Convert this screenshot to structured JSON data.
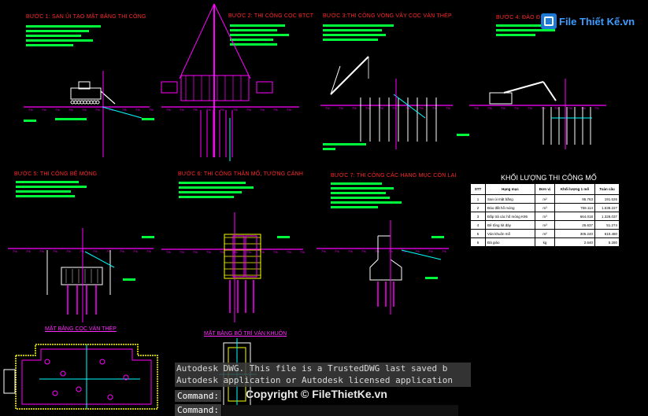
{
  "steps": [
    "BƯỚC 1: SAN ỦI TẠO MẶT BẰNG THI CÔNG",
    "BƯỚC 2: THI CÔNG CỌC BTCT",
    "BƯỚC 3:THI CÔNG VÒNG VÂY CỌC VÁN THÉP",
    "BƯỚC 4: ĐÀO Đ",
    "BƯỚC 5: THI CÔNG BỆ MÓNG",
    "BƯỚC 6: THI CÔNG THÂN MỐ, TƯỜNG CÁNH",
    "BƯỚC 7: THI CÔNG CÁC HẠNG MỤC CÒN LẠI"
  ],
  "plans": {
    "sheet_pile_plan": "MẶT BẰNG CỌC VÁN THÉP",
    "formwork_plan": "MẶT BẰNG BỐ TRÍ VÁN KHUÔN"
  },
  "volume_table": {
    "title": "KHỐI LƯỢNG THI CÔNG MỐ",
    "headers": [
      "STT",
      "Hạng mục",
      "Đơn vị",
      "Khối lượng 1 mố",
      "Toàn cầu"
    ],
    "rows": [
      [
        "1",
        "San ủi mặt bằng",
        "m²",
        "95.763",
        "191.526"
      ],
      [
        "2",
        "Đào đất hố móng",
        "m³",
        "769.114",
        "1.538.227"
      ],
      [
        "3",
        "Đắp trả các hố móng K95",
        "m³",
        "664.018",
        "1.328.037"
      ],
      [
        "4",
        "Bê tông lót đáy",
        "m³",
        "25.637",
        "51.274"
      ],
      [
        "5",
        "Ván khuôn mố",
        "m²",
        "305.240",
        "610.480"
      ],
      [
        "6",
        "Đà giáo",
        "kg",
        "2.640",
        "5.280"
      ]
    ]
  },
  "watermark": {
    "logo_text": "File Thiết Kế.vn",
    "copyright": "Copyright © FileThietKe.vn"
  },
  "console": {
    "line1": "Autodesk DWG.  This file is a TrustedDWG last saved b",
    "line2": "Autodesk application or Autodesk licensed application",
    "cmd1": "Command:",
    "cmd2": "Command:"
  },
  "colors": {
    "background": "#000000",
    "label_red": "#ff2a2a",
    "note_green": "#00ff3a",
    "magenta": "#ff00ff",
    "cyan": "#00ffff",
    "yellow": "#ffff00"
  }
}
